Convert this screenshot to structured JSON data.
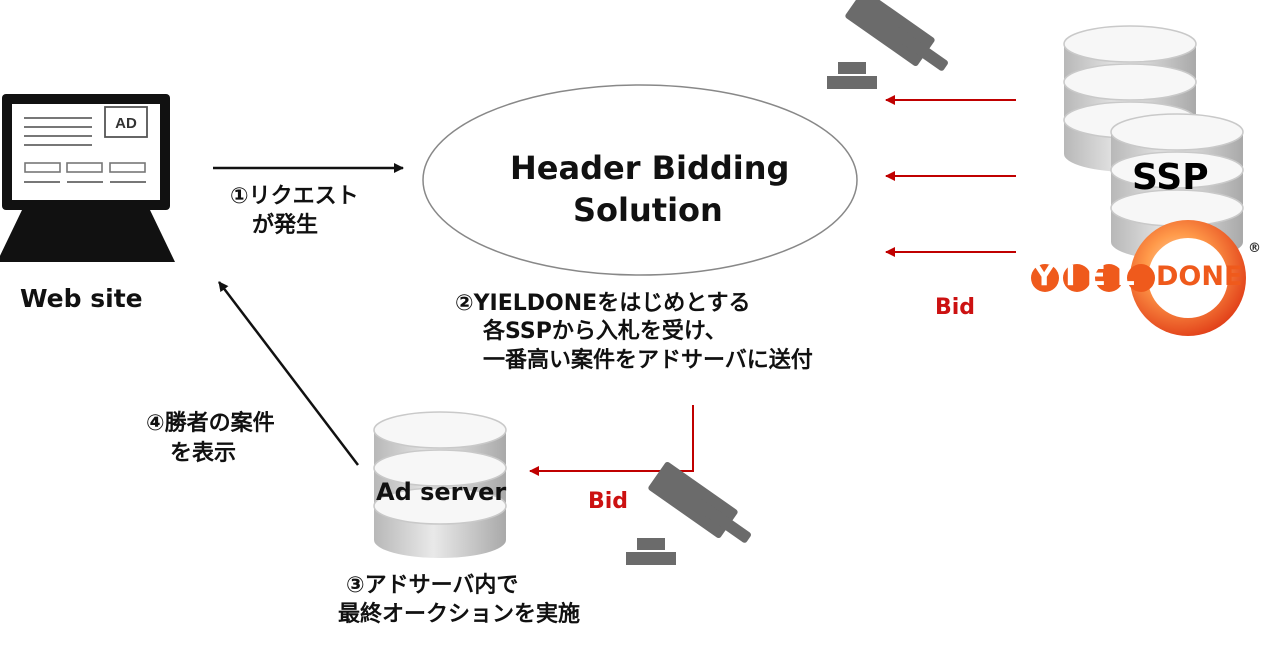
{
  "website": {
    "ad_label": "AD",
    "label": "Web site"
  },
  "hbs": {
    "title_line1": "Header Bidding",
    "title_line2": "Solution"
  },
  "steps": {
    "step1_line1": "①リクエスト",
    "step1_line2": "が発生",
    "step2_line1": "②YIELDONEをはじめとする",
    "step2_line2": "各SSPから入札を受け、",
    "step2_line3": "一番高い案件をアドサーバに送付",
    "step3_line1": "③アドサーバ内で",
    "step3_line2": "最終オークションを実施",
    "step4_line1": "④勝者の案件",
    "step4_line2": "を表示"
  },
  "ssp": {
    "label": "SSP",
    "bid_label": "Bid"
  },
  "yieldone": {
    "prefix": "YIEL",
    "suffix": "DONE",
    "registered": "®"
  },
  "adserver": {
    "label": "Ad server",
    "bid_label": "Bid"
  },
  "colors": {
    "arrow_black": "#111111",
    "arrow_red": "#c00000",
    "icon_gray": "#6b6b6b",
    "yieldone_orange": "#ef5a1c"
  },
  "icons": [
    "monitor-icon",
    "gavel-icon",
    "database-icon"
  ]
}
